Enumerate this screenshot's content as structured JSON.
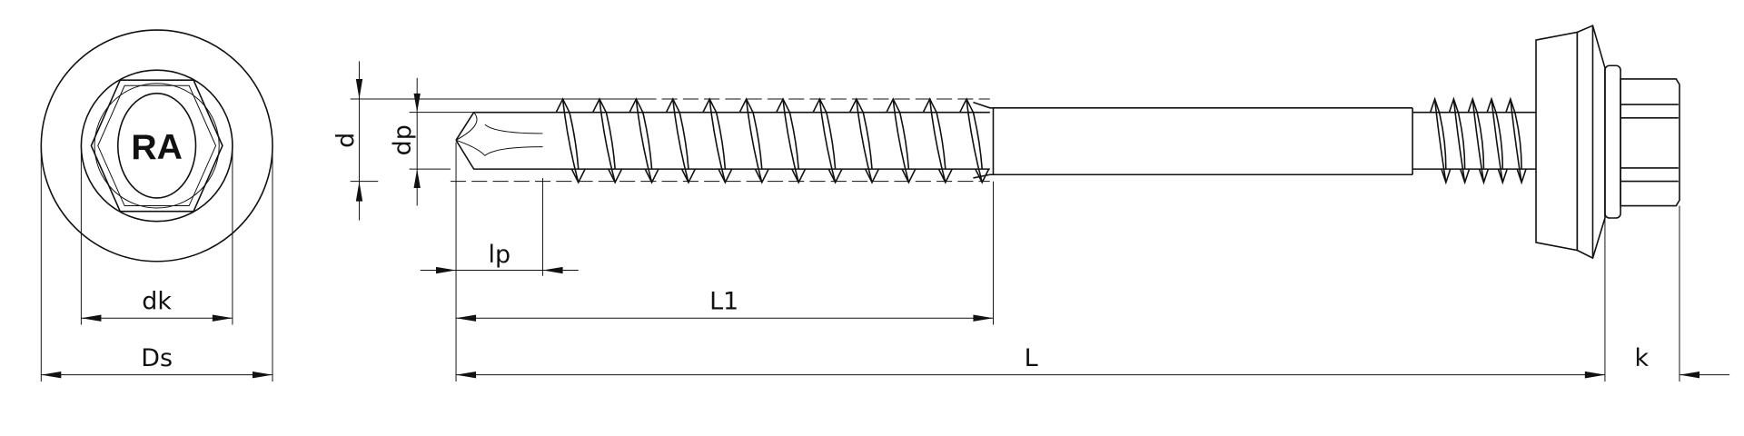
{
  "head_marking": "RA",
  "dimensions": {
    "dk": "dk",
    "Ds": "Ds",
    "d": "d",
    "dp": "dp",
    "lp": "lp",
    "L1": "L1",
    "L": "L",
    "k": "k"
  },
  "colors": {
    "line": "#111111",
    "background": "#ffffff"
  }
}
